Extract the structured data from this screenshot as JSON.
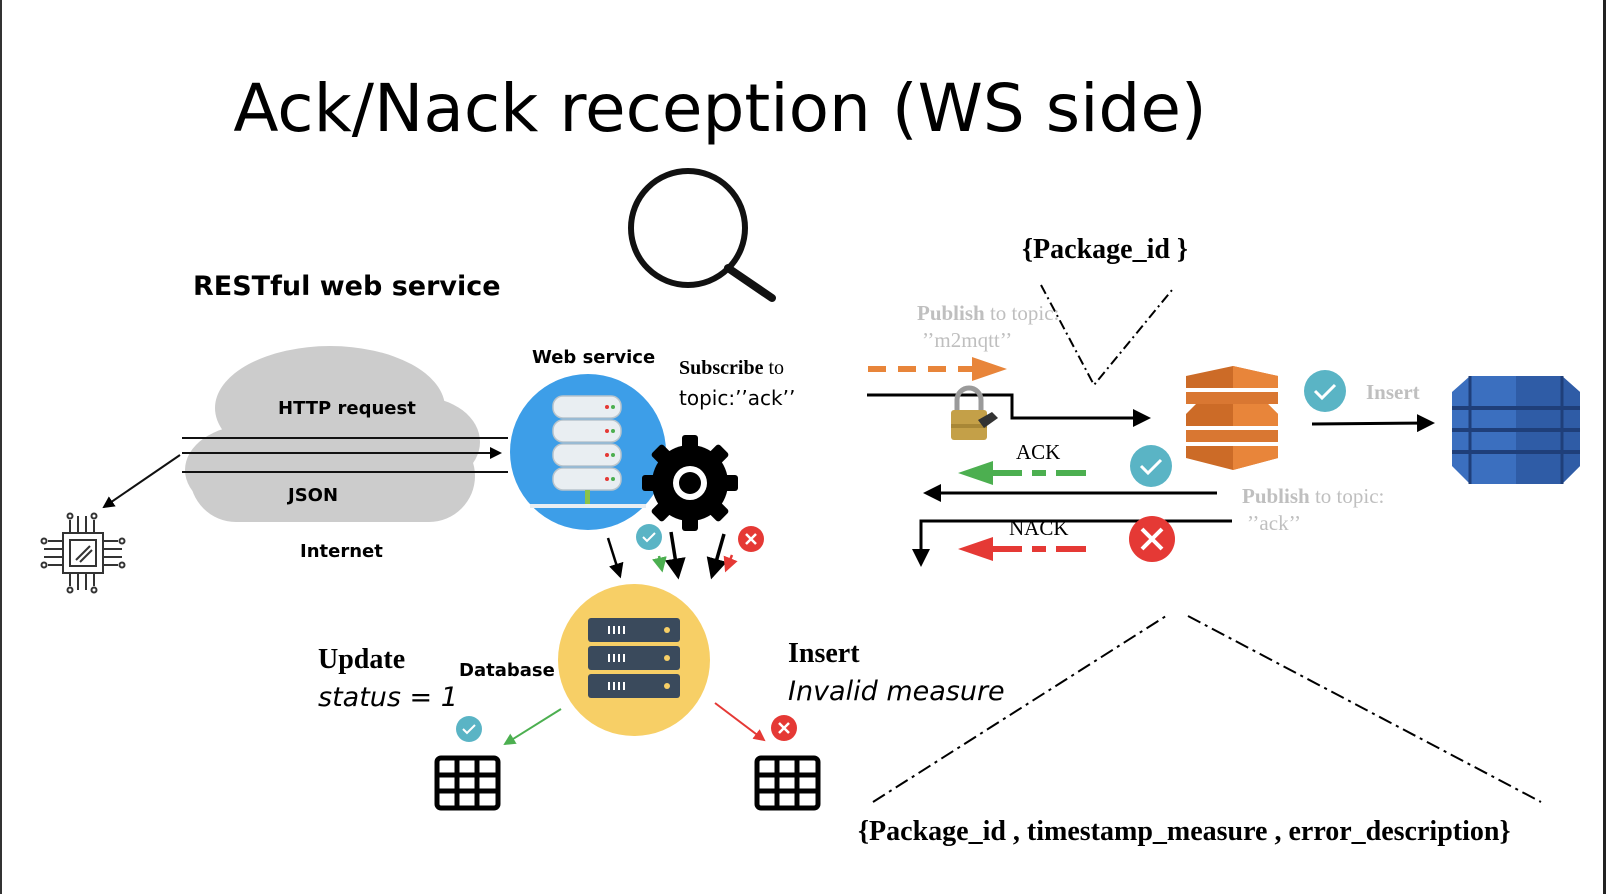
{
  "title": "Ack/Nack reception (WS side)",
  "restful_label": "RESTful web service",
  "cloud": {
    "http_request": "HTTP request",
    "json": "JSON",
    "internet": "Internet"
  },
  "web_service_label": "Web service",
  "subscribe": {
    "bold": "Subscribe",
    "rest": " to",
    "topic": "topic:’’ack’’"
  },
  "package_top": "{Package_id }",
  "publish_top": {
    "bold": "Publish",
    "rest": " to topic:",
    "topic": "’’m2mqtt’’"
  },
  "insert_right": "Insert",
  "ack_label": "ACK",
  "nack_label": "NACK",
  "publish_bottom": {
    "bold": "Publish",
    "rest": " to topic:",
    "topic": "’’ack’’"
  },
  "database_label": "Database",
  "update": {
    "bold": "Update",
    "status": "status = 1"
  },
  "insert_invalid": {
    "bold": "Insert",
    "desc": "Invalid measure"
  },
  "package_bottom": "{Package_id ,  timestamp_measure , error_description}",
  "colors": {
    "green": "#4caf50",
    "red": "#e53935",
    "orange": "#e8853a",
    "teal": "#5ab4c5",
    "cloud": "#cccccc",
    "db_blue": "#3b6fbf",
    "db_yellow": "#f7cf66",
    "ws_blue": "#3d9ee8"
  },
  "icons": [
    "magnifier-icon",
    "chip-icon",
    "gear-icon",
    "lock-icon",
    "server-stack-icon",
    "table-icon",
    "check-icon",
    "cross-icon",
    "aws-iot-icon",
    "dynamodb-icon"
  ]
}
